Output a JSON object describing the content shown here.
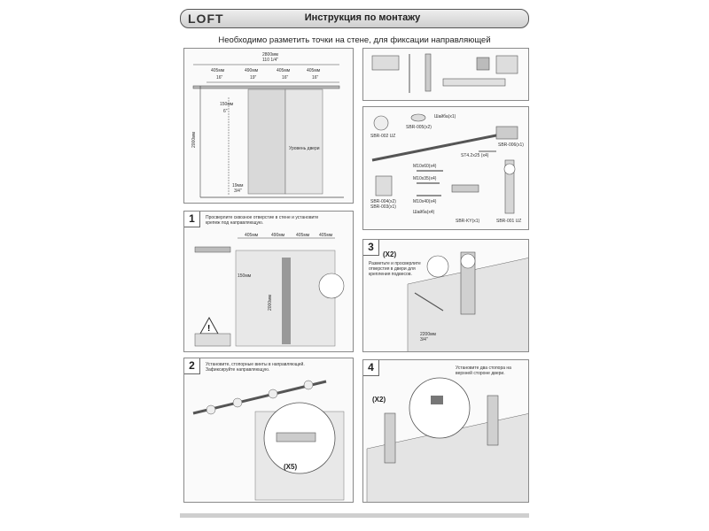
{
  "header": {
    "logo": "LOFT",
    "title": "Инструкция по монтажу"
  },
  "subtitle": "Необходимо разметить точки на стене, для фиксации направляющей",
  "diagram_top": {
    "width_label": "2800мм",
    "width_label_in": "110 1/4\"",
    "spacing_labels": [
      "405мм",
      "490мм",
      "405мм",
      "405мм"
    ],
    "spacing_in": [
      "16\"",
      "19\"",
      "16\"",
      "16\""
    ],
    "height_label": "2000мм",
    "offset_label": "150мм",
    "offset_in": "6\"",
    "door_label": "Уровень двери",
    "bottom_label": "19мм",
    "bottom_in": "3/4\""
  },
  "parts": {
    "labels": [
      "SBR-002 UZ",
      "SBR-005(x2)",
      "Шайба(x1)",
      "ST4.2x25 (x4)",
      "SBR-006(x1)",
      "M10x60(x4)",
      "M10x35(x4)",
      "M10x40(x4)",
      "SBR-004(x2)",
      "SBR-003(x1)",
      "Шайба(x4)",
      "SBR-001 UZ",
      "SBR-KY(x1)"
    ]
  },
  "steps": [
    {
      "number": "1",
      "note": "Просверлите сквозное отверстие в стене и установите крепеж под направляющую.",
      "labels": [
        "405мм",
        "490мм",
        "405мм",
        "405мм"
      ],
      "offset": "150мм",
      "height": "2000мм"
    },
    {
      "number": "2",
      "note": "Установите, стопорные винты в направляющей. Зафиксируйте направляющую.",
      "multiplier": "(X5)"
    },
    {
      "number": "3",
      "multiplier": "(X2)",
      "note": "Разметьте и просверлите отверстия в двери для крепления подвесов.",
      "labels": [
        "2200мм",
        "3/4\""
      ]
    },
    {
      "number": "4",
      "multiplier": "(X2)",
      "note": "Установите два стопора на верхней стороне двери."
    }
  ]
}
